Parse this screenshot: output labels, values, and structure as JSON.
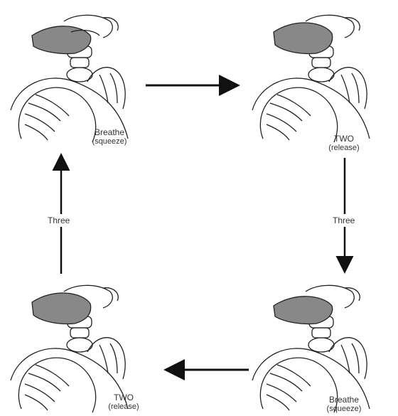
{
  "panels": [
    {
      "label": "Breathe",
      "sub": "(squeeze)"
    },
    {
      "label": "TWO",
      "sub": "(release)"
    },
    {
      "label": "Breathe",
      "sub": "(squeeze)"
    },
    {
      "label": "TWO",
      "sub": "(release)"
    }
  ],
  "arrows": {
    "right_label": "Three",
    "left_label": "Three"
  }
}
